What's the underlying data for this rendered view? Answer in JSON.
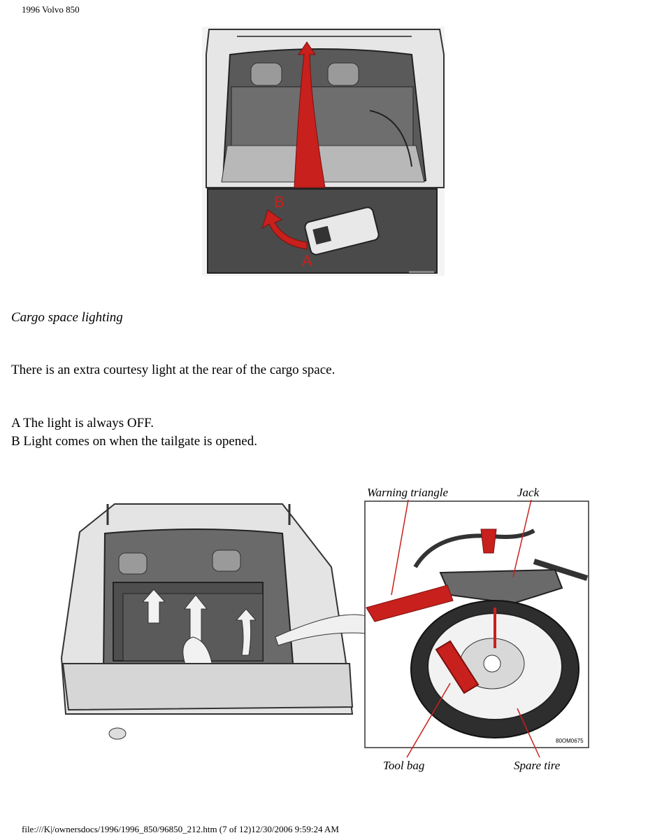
{
  "header": {
    "title": "1996 Volvo 850"
  },
  "figure1": {
    "label_a": "A",
    "label_b": "B"
  },
  "caption": "Cargo space lighting",
  "paragraph": "There is an extra courtesy light at the rear of the cargo space.",
  "items": [
    "A The light is always OFF.",
    "B Light comes on when the tailgate is opened."
  ],
  "figure2": {
    "labels": {
      "warning_triangle": "Warning triangle",
      "jack": "Jack",
      "tool_bag": "Tool bag",
      "spare_tire": "Spare tire"
    },
    "code": "80OM0675"
  },
  "footer": {
    "text": "file:///K|/ownersdocs/1996/1996_850/96850_212.htm (7 of 12)12/30/2006 9:59:24 AM"
  },
  "colors": {
    "accent_red": "#c8201c",
    "dark_gray": "#4a4a4a",
    "mid_gray": "#8a8a8a"
  }
}
